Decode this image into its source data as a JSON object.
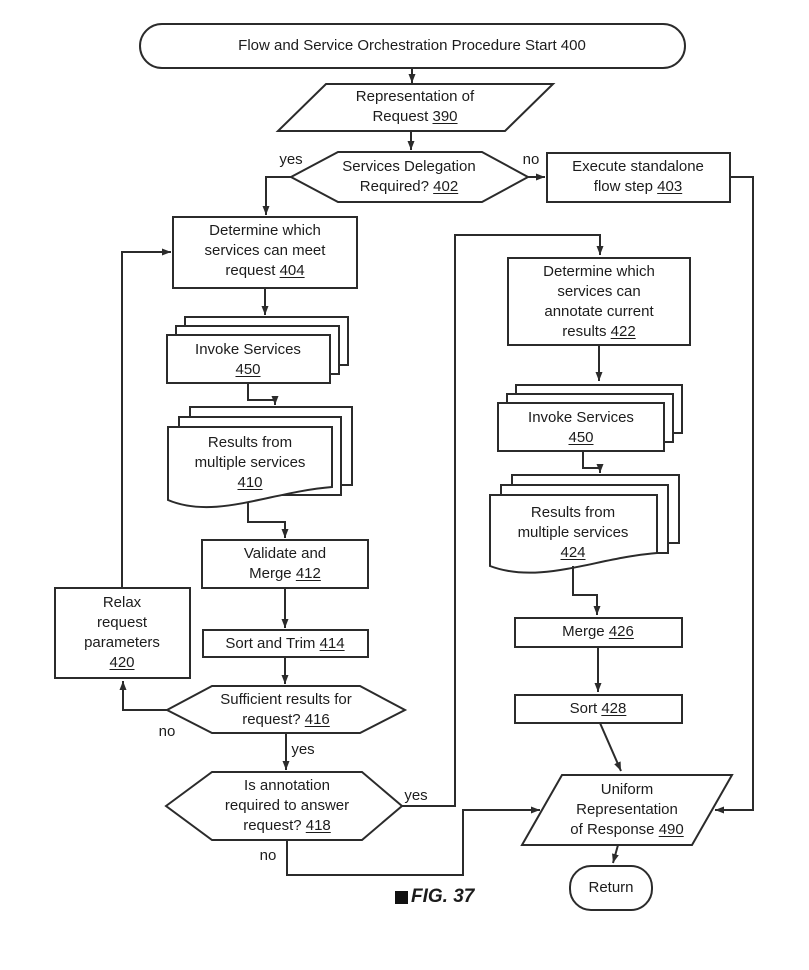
{
  "figure": {
    "caption": "FIG. 37",
    "marker": "■"
  },
  "colors": {
    "line": "#2b2b2b",
    "fill": "#ffffff",
    "text": "#1c1c1c"
  },
  "nodes": {
    "start": {
      "text": "Flow and Service Orchestration Procedure Start 400"
    },
    "request_io": {
      "l1": "Representation of",
      "l2": "Request",
      "ref": "390"
    },
    "delegation_decision": {
      "l1": "Services Delegation",
      "l2": "Required?",
      "ref": "402"
    },
    "standalone": {
      "l1": "Execute standalone",
      "l2": "flow step",
      "ref": "403"
    },
    "determine_meet": {
      "l1": "Determine which",
      "l2": "services can meet",
      "l3": "request",
      "ref": "404"
    },
    "invoke_a": {
      "l1": "Invoke Services",
      "ref": "450"
    },
    "results_a": {
      "l1": "Results from",
      "l2": "multiple services",
      "ref": "410"
    },
    "validate_merge": {
      "l1": "Validate and",
      "l2": "Merge",
      "ref": "412"
    },
    "sort_trim": {
      "l1": "Sort and Trim",
      "ref": "414"
    },
    "relax": {
      "l1": "Relax",
      "l2": "request",
      "l3": "parameters",
      "ref": "420"
    },
    "sufficient_decision": {
      "l1": "Sufficient results for",
      "l2": "request?",
      "ref": "416"
    },
    "annotation_decision": {
      "l1": "Is annotation",
      "l2": "required to answer",
      "l3": "request?",
      "ref": "418"
    },
    "determine_annotate": {
      "l1": "Determine which",
      "l2": "services can",
      "l3": "annotate current",
      "l4": "results",
      "ref": "422"
    },
    "invoke_b": {
      "l1": "Invoke Services",
      "ref": "450"
    },
    "results_b": {
      "l1": "Results from",
      "l2": "multiple services",
      "ref": "424"
    },
    "merge": {
      "l1": "Merge",
      "ref": "426"
    },
    "sort": {
      "l1": "Sort",
      "ref": "428"
    },
    "uniform_io": {
      "l1": "Uniform",
      "l2": "Representation",
      "l3": "of Response",
      "ref": "490"
    },
    "return": {
      "text": "Return"
    }
  },
  "edge_labels": {
    "delegation_yes": "yes",
    "delegation_no": "no",
    "sufficient_no": "no",
    "sufficient_yes": "yes",
    "annotation_yes": "yes",
    "annotation_no": "no"
  }
}
